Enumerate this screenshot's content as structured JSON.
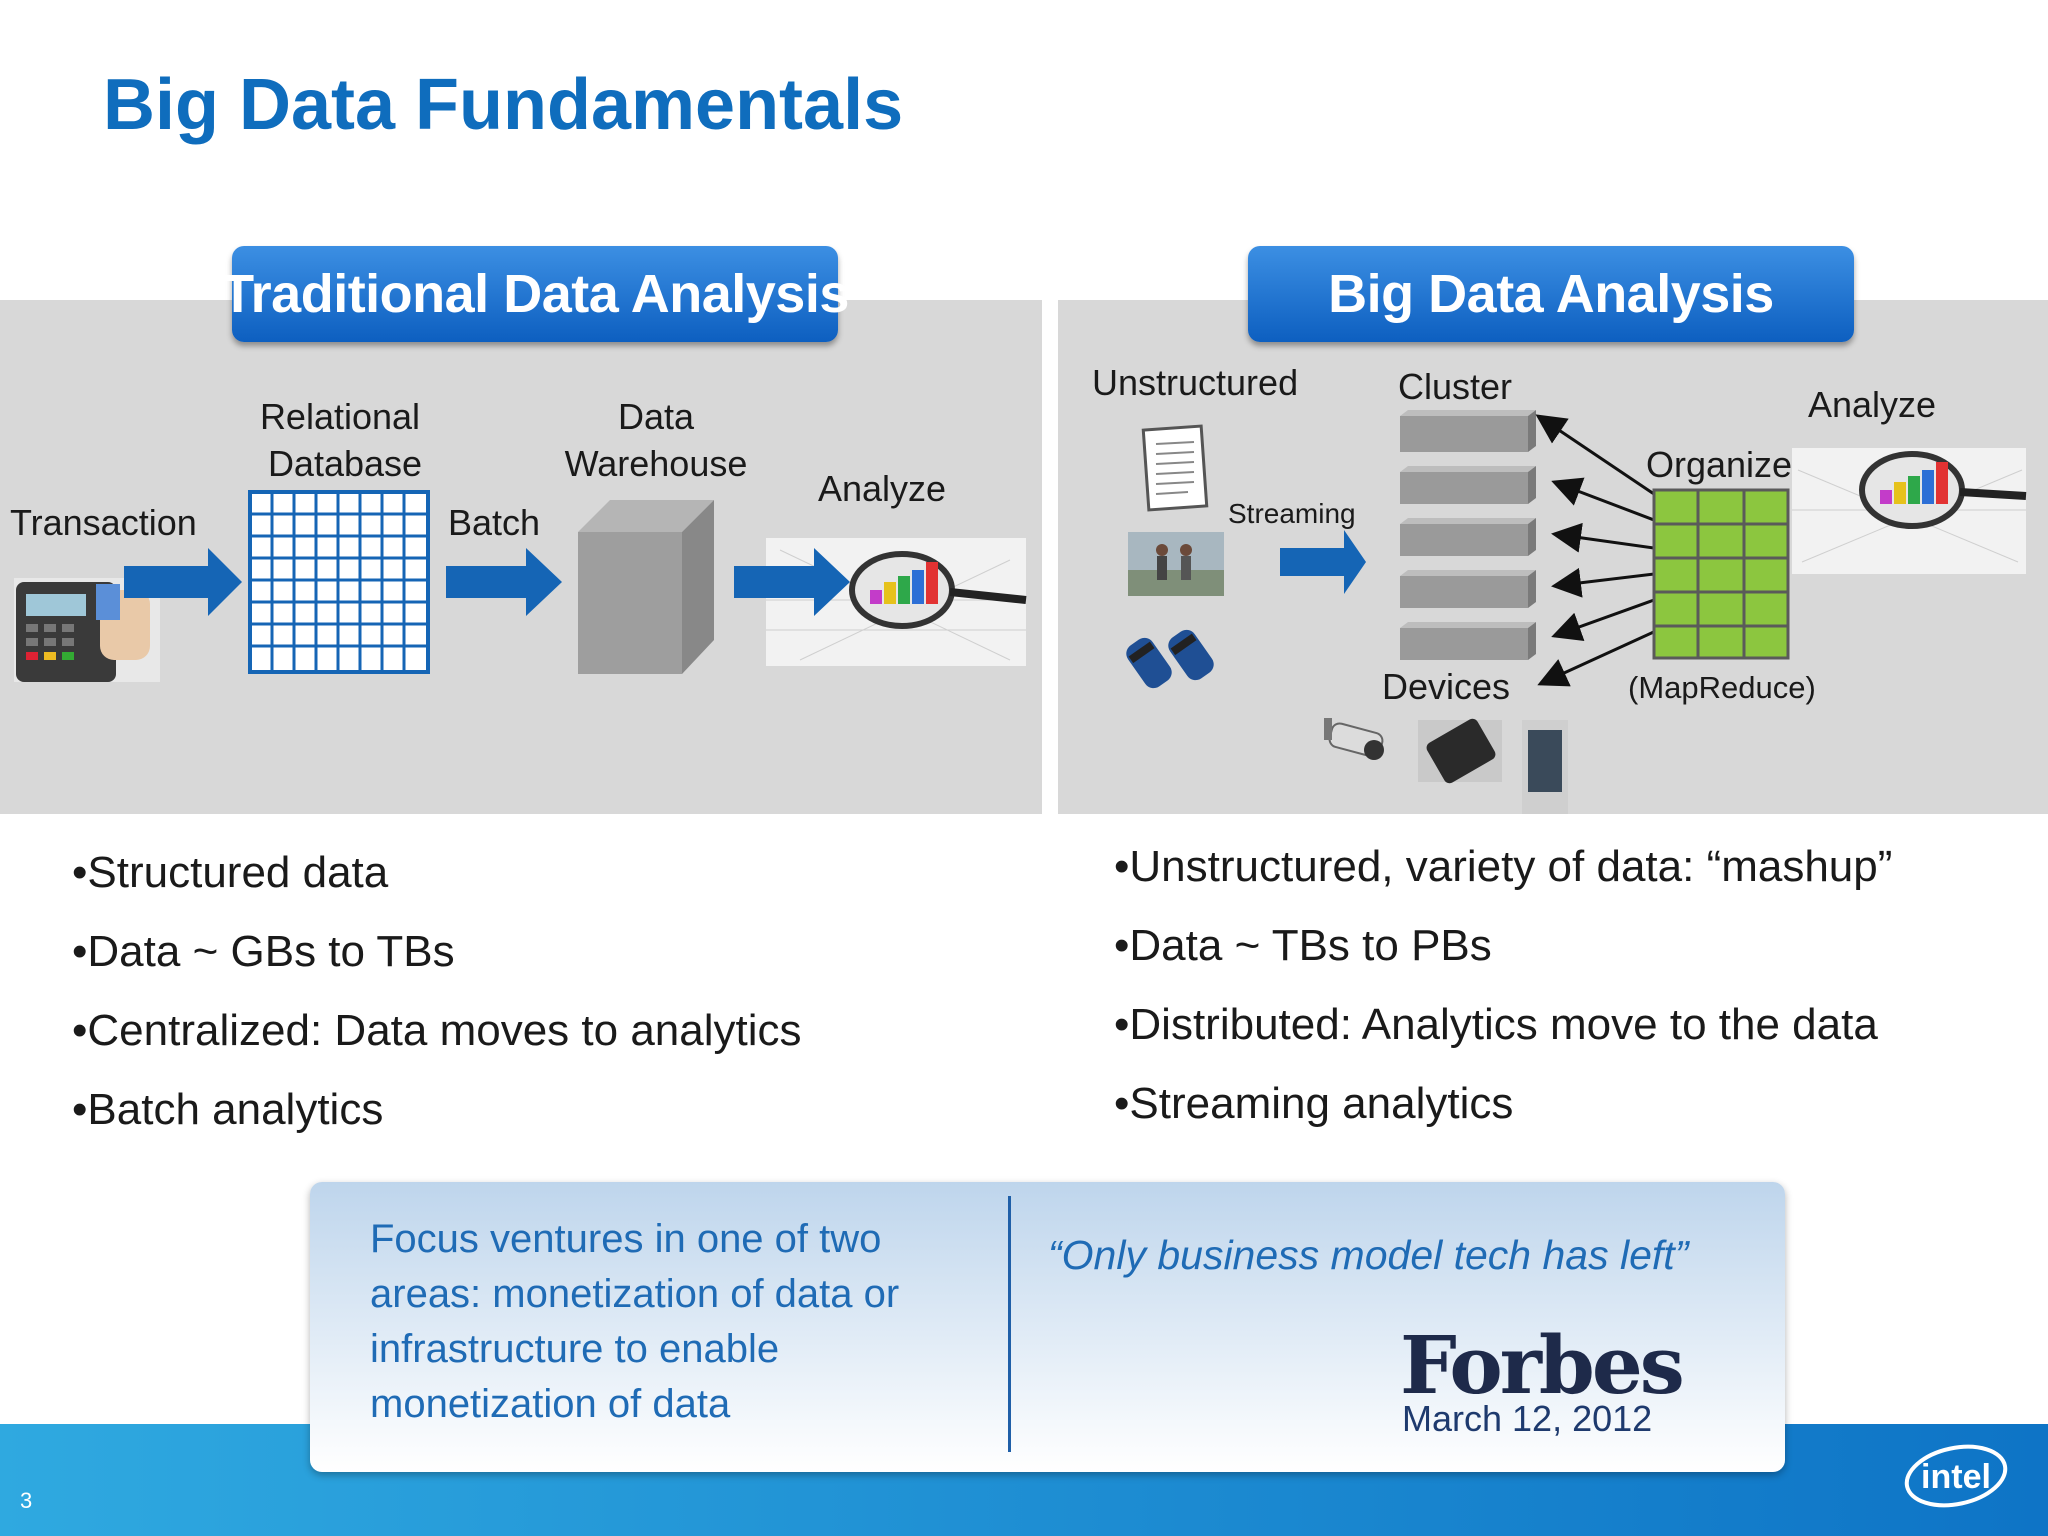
{
  "title": "Big Data Fundamentals",
  "traditional": {
    "header": "Traditional Data Analysis",
    "labels": {
      "transaction": "Transaction",
      "relational_line1": "Relational",
      "relational_line2": "Database",
      "batch": "Batch",
      "warehouse_line1": "Data",
      "warehouse_line2": "Warehouse",
      "analyze": "Analyze"
    },
    "bullets": [
      "Structured data",
      "Data ~ GBs to TBs",
      "Centralized: Data moves to analytics",
      "Batch analytics"
    ]
  },
  "bigdata": {
    "header": "Big Data Analysis",
    "labels": {
      "unstructured": "Unstructured",
      "streaming": "Streaming",
      "cluster": "Cluster",
      "devices": "Devices",
      "organize": "Organize",
      "mapreduce": "(MapReduce)",
      "analyze": "Analyze"
    },
    "bullets": [
      "Unstructured, variety of data: “mashup”",
      "Data ~ TBs to PBs",
      "Distributed: Analytics move to the data",
      "Streaming analytics"
    ]
  },
  "callout": {
    "text": "Focus ventures in one of two areas: monetization of data or infrastructure to enable monetization of data",
    "quote": "“Only business model tech has left”",
    "source": "Forbes",
    "date": "March 12, 2012"
  },
  "footer": {
    "page_number": "3",
    "logo": "intel"
  },
  "colors": {
    "title": "#0f6dbd",
    "header_fill": "#1570d4",
    "arrow": "#1565b5",
    "footer": "#1a8fd6"
  }
}
